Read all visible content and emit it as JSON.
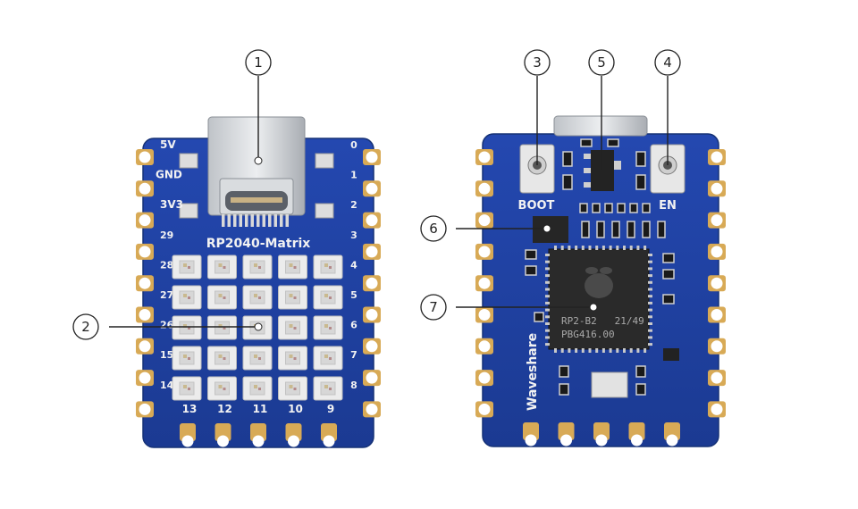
{
  "front": {
    "title": "RP2040-Matrix",
    "left_pins": [
      "5V",
      "GND",
      "3V3",
      "29",
      "28",
      "27",
      "26",
      "15",
      "14"
    ],
    "right_pins": [
      "0",
      "1",
      "2",
      "3",
      "4",
      "5",
      "6",
      "7",
      "8"
    ],
    "bottom_pins": [
      "13",
      "12",
      "11",
      "10",
      "9"
    ]
  },
  "back": {
    "boot_label": "BOOT",
    "en_label": "EN",
    "brand": "Waveshare",
    "chip_line1": "RP2-B2   21/49",
    "chip_line2": "PBG416.00"
  },
  "callouts": [
    "1",
    "2",
    "3",
    "4",
    "5",
    "6",
    "7"
  ],
  "colors": {
    "pcb": "#1d3f9e",
    "pcb_edge": "#17357f",
    "gold": "#d8aa56",
    "chip": "#222222",
    "led": "#ececec"
  }
}
